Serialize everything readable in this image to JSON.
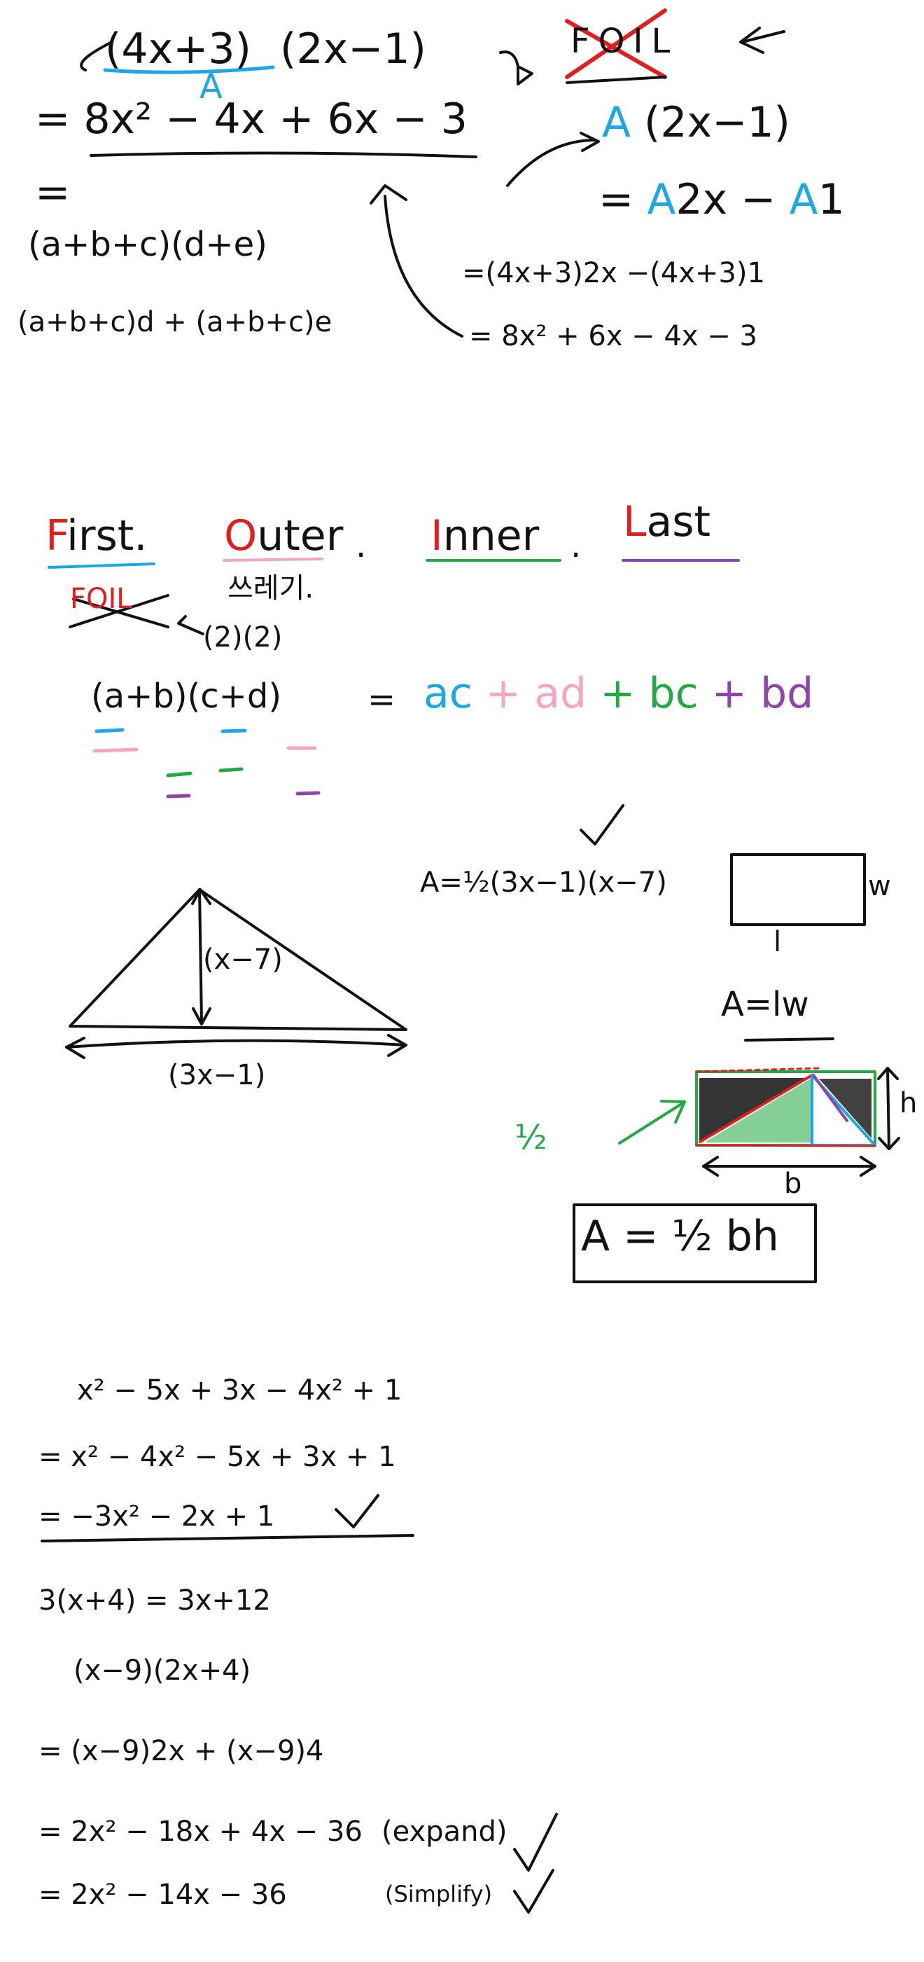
{
  "colors": {
    "ink": "#111111",
    "blue": "#1ea7e6",
    "pink": "#f4a6c0",
    "green": "#23a845",
    "purple": "#8e44ad",
    "red": "#e02020"
  },
  "section1": {
    "line1_a": "(4x+3)",
    "line1_b": "(2x−1)",
    "label_a": "A",
    "line2": "= 8x² − 4x + 6x − 3",
    "line3": "=",
    "dist1": "(a+b+c)(d+e)",
    "dist2": "(a+b+c)d + (a+b+c)e",
    "foil_crossed": "FOIL",
    "right1_a": "A",
    "right1_b": "(2x−1)",
    "right2_a": "= ",
    "right2_b": "A",
    "right2_c": "2x − ",
    "right2_d": "A",
    "right2_e": "1",
    "right3": "=(4x+3)2x −(4x+3)1",
    "right4": "= 8x² + 6x − 4x − 3"
  },
  "foil": {
    "first_f": "F",
    "first_rest": "irst.",
    "outer_o": "O",
    "outer_rest": "uter",
    "inner_i": "I",
    "inner_rest": "nner",
    "last_l": "L",
    "last_rest": "ast",
    "dot": ".",
    "korean": "쓰레기.",
    "foil_small": "FOIL",
    "count": "(2)(2)",
    "expr_left": "(a+b)(c+d)",
    "eq": "=",
    "ac": "ac",
    "ad": "ad",
    "bc": "bc",
    "bd": "bd",
    "plus": "+"
  },
  "triangle": {
    "height": "(x−7)",
    "base": "(3x−1)",
    "area_formula": "A=½(3x−1)(x−7)",
    "rect_w": "w",
    "rect_l": "l",
    "rect_area": "A=lw",
    "half": "½",
    "h": "h",
    "b": "b",
    "triangle_area": "A = ½ bh"
  },
  "algebra": {
    "l1": "x² − 5x + 3x − 4x² + 1",
    "l2": "= x² − 4x² − 5x + 3x + 1",
    "l3": "= −3x² − 2x + 1",
    "l4": "3(x+4) = 3x+12",
    "l5": "(x−9)(2x+4)",
    "l6": "= (x−9)2x + (x−9)4",
    "l7": "= 2x² − 18x + 4x − 36",
    "l7_note": "(expand)",
    "l8": "= 2x² − 14x − 36",
    "l8_note": "(Simplify)"
  }
}
